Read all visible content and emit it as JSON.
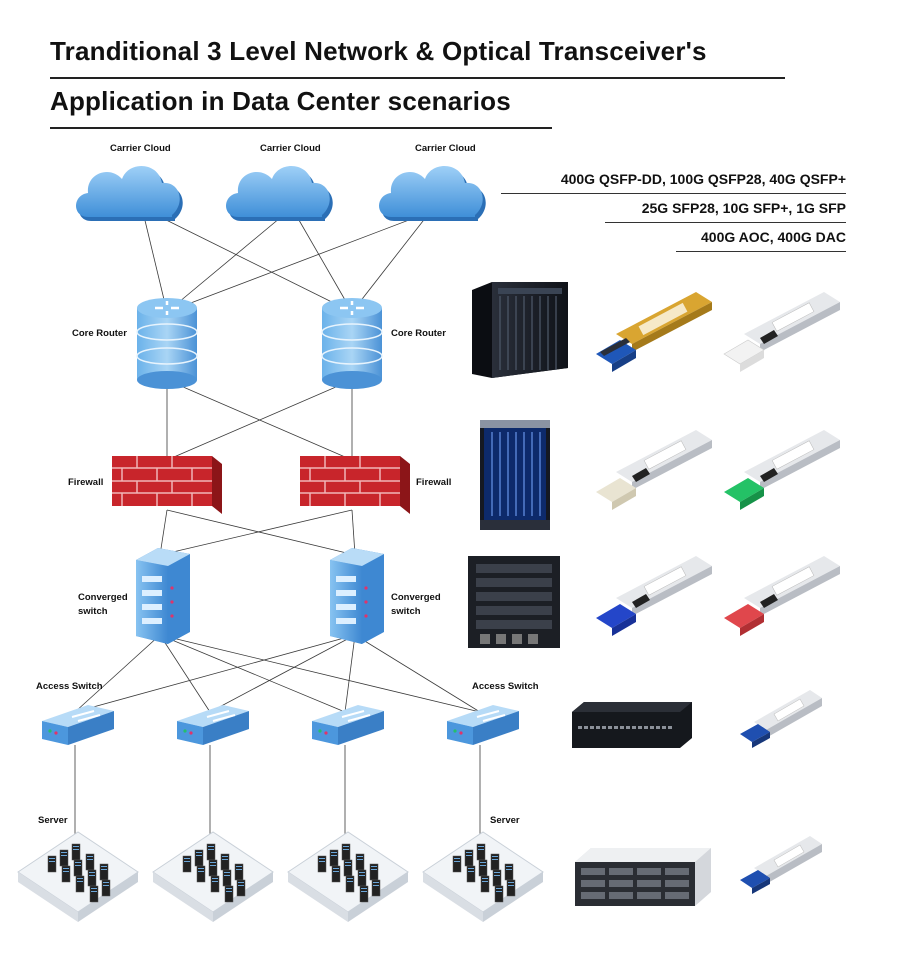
{
  "title": {
    "line1": "Tranditional 3 Level Network & Optical Transceiver's",
    "line2": "Application in Data Center scenarios"
  },
  "specs": {
    "line1": "400G QSFP-DD, 100G QSFP28,  40G QSFP+",
    "line2": "25G SFP28, 10G SFP+, 1G SFP",
    "line3": "400G AOC, 400G DAC"
  },
  "labels": {
    "carrier_cloud": "Carrier Cloud",
    "core_router": "Core Router",
    "firewall": "Firewall",
    "converged_switch_1": "Converged",
    "converged_switch_2": "switch",
    "access_switch": "Access Switch",
    "server": "Server"
  },
  "colors": {
    "cloud": "#3f8fd8",
    "router": "#5aa2e2",
    "firewall": "#c8252b",
    "switch": "#4c97dd",
    "module_blue": "#1f57b8",
    "module_yellow": "#d9a531",
    "module_white": "#f2f2f2",
    "module_beige": "#e9e4d2",
    "module_green": "#24c266",
    "module_red": "#e0474c",
    "module_royal": "#2446c9"
  }
}
